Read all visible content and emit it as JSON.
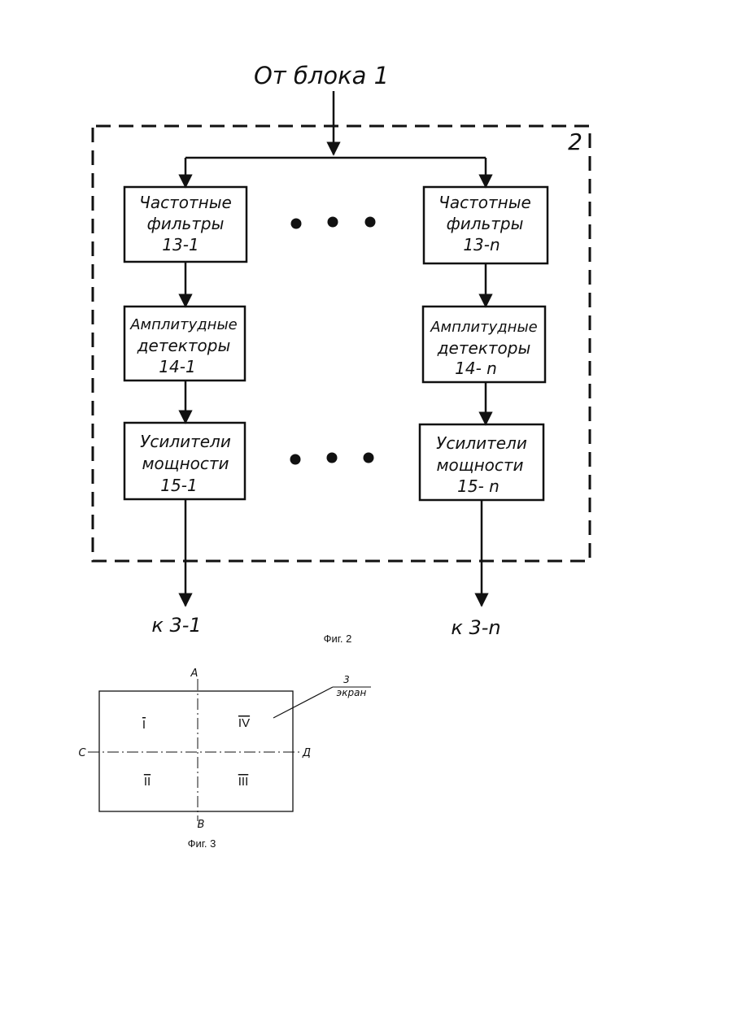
{
  "fig2": {
    "input_label": "От блока 1",
    "block_number": "2",
    "left_column": {
      "filter": [
        "Частотные",
        "фильтры",
        "13-1"
      ],
      "detector": [
        "Амплитудные",
        "детекторы",
        "14-1"
      ],
      "amplifier": [
        "Усилители",
        "мощности",
        "15-1"
      ],
      "output": "к 3-1"
    },
    "right_column": {
      "filter": [
        "Частотные",
        "фильтры",
        "13-n"
      ],
      "detector": [
        "Амплитудные",
        "детекторы",
        "14- n"
      ],
      "amplifier": [
        "Усилители",
        "мощности",
        "15- n"
      ],
      "output": "к 3-n"
    },
    "caption": "Фиг. 2"
  },
  "fig3": {
    "axis_top": "А",
    "axis_bottom": "В",
    "axis_left": "С",
    "axis_right": "Д",
    "quadrants": [
      "I",
      "IV",
      "II",
      "III"
    ],
    "screen_number": "3",
    "screen_label": "экран",
    "caption": "Фиг. 3"
  },
  "colors": {
    "ink": "#111111",
    "background": "#ffffff"
  }
}
